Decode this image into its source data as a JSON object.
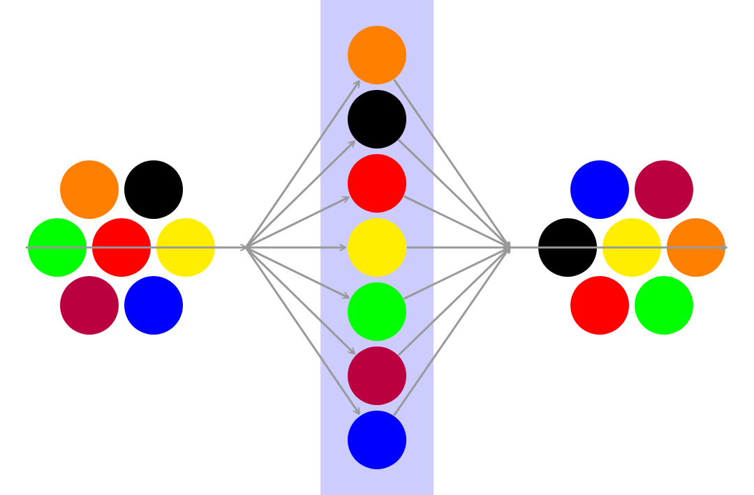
{
  "colors": {
    "orange": "#ff8000",
    "black": "#000000",
    "red": "#ff0000",
    "yellow": "#ffee00",
    "green": "#00ff00",
    "crimson": "#bb0040",
    "blue": "#0000ff",
    "band": "#ccccff",
    "arrow": "#999999",
    "background": "#ffffff"
  },
  "diagram": {
    "input_cluster": {
      "center": "red",
      "ring": [
        "orange",
        "black",
        "yellow",
        "blue",
        "crimson",
        "green"
      ]
    },
    "sorted_column": [
      "orange",
      "black",
      "red",
      "yellow",
      "green",
      "crimson",
      "blue"
    ],
    "output_cluster": {
      "center": "yellow",
      "ring": [
        "blue",
        "crimson",
        "orange",
        "green",
        "red",
        "black"
      ]
    }
  }
}
